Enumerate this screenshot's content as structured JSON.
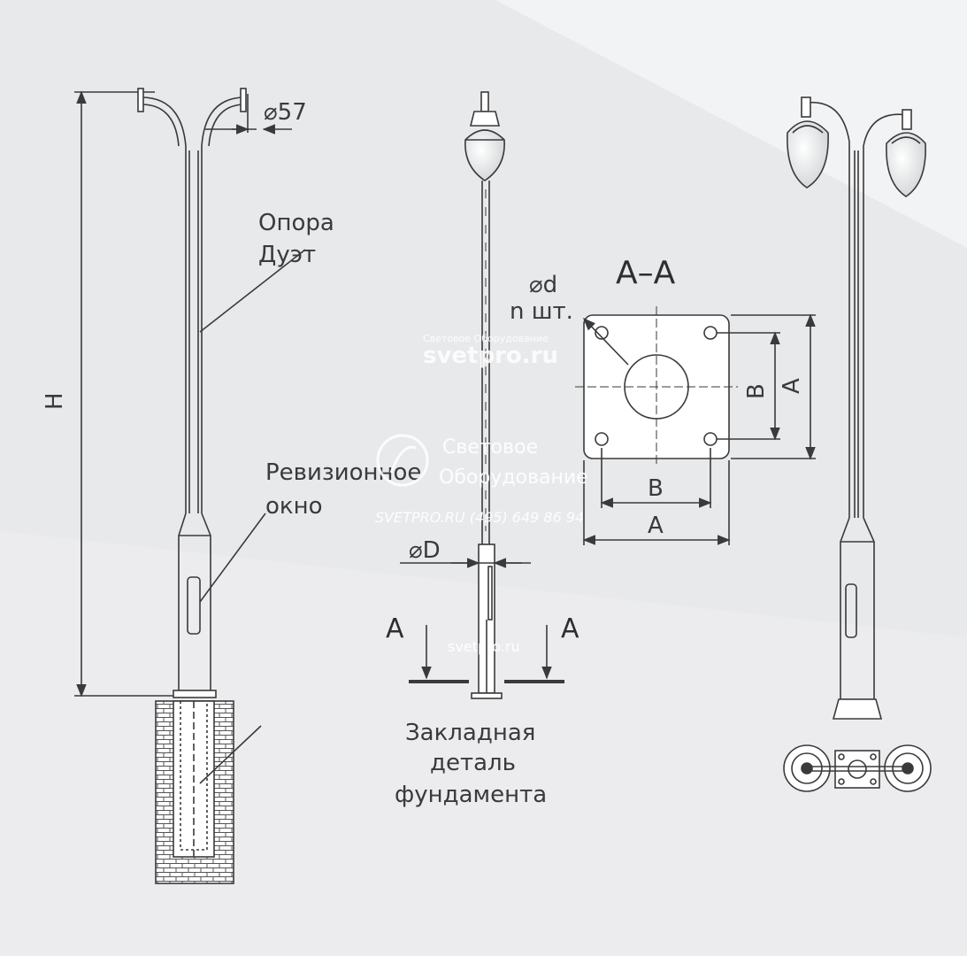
{
  "labels": {
    "diameter_57": "⌀57",
    "pole_name_line1": "Опора",
    "pole_name_line2": "Дуэт",
    "height": "H",
    "inspection_window_line1": "Ревизионное",
    "inspection_window_line2": "окно",
    "diameter_d_holes_line1": "⌀d",
    "diameter_d_holes_line2": "n шт.",
    "section_title": "A–A",
    "dim_b_vertical": "B",
    "dim_a_vertical": "A",
    "dim_b_horizontal": "B",
    "dim_a_horizontal": "A",
    "diameter_D": "⌀D",
    "section_mark_left": "A",
    "section_mark_right": "A",
    "foundation_line1": "Закладная",
    "foundation_line2": "деталь",
    "foundation_line3": "фундамента"
  },
  "watermarks": {
    "top_small": "Световое Оборудование",
    "top_large": "svetpro.ru",
    "center_line1": "Световое",
    "center_line2": "Оборудование",
    "center_line3": "SVETPRO.RU   (495) 649 86 94",
    "bottom": "svetpro.ru"
  },
  "colors": {
    "background": "#e8e9eb",
    "line": "#3a3a3a",
    "watermark": "#ffffff"
  }
}
